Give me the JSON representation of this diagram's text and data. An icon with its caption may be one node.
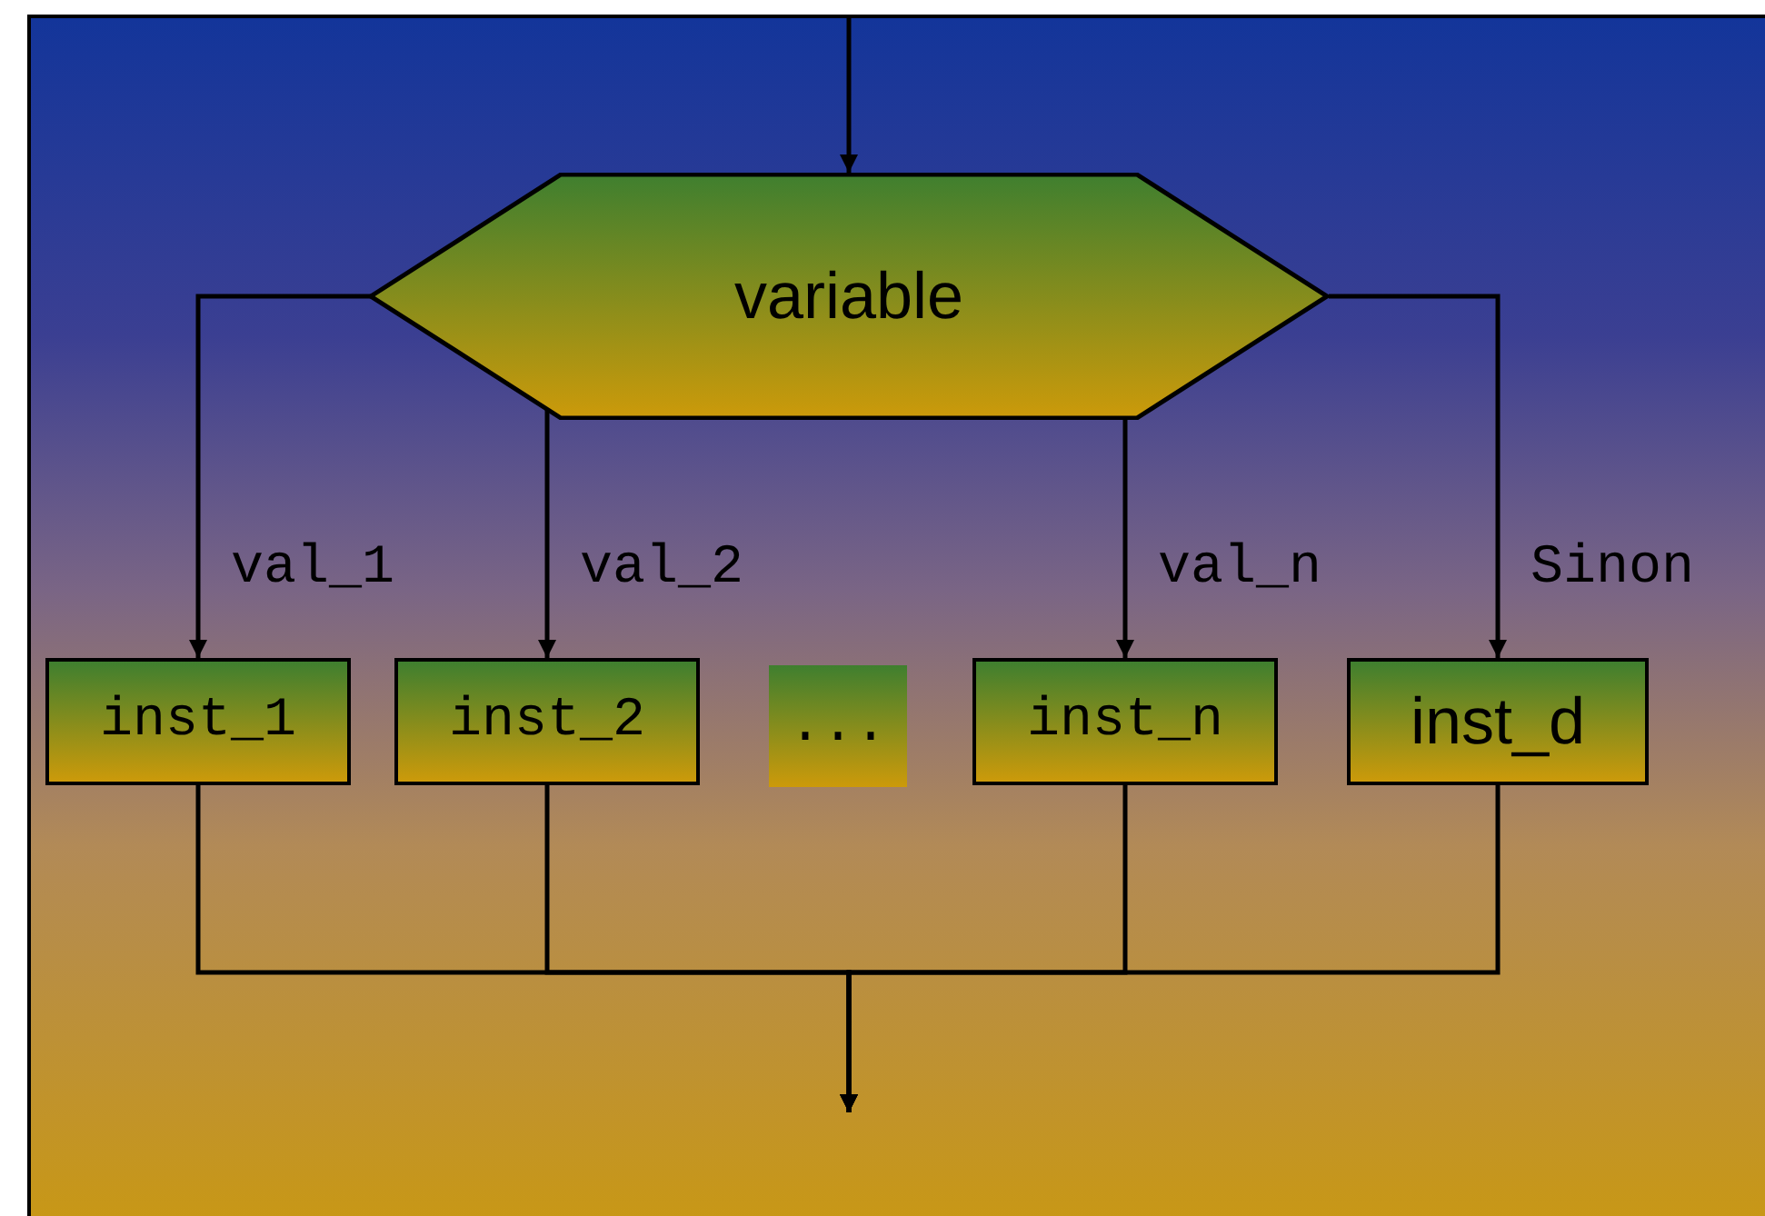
{
  "diagram": {
    "nodes": [
      {
        "text": [
          "variable"
        ]
      },
      {
        "text": [
          "inst_1"
        ]
      },
      {
        "text": [
          "inst_2"
        ]
      },
      {
        "text": [
          "..."
        ]
      },
      {
        "text": [
          "inst_n"
        ]
      },
      {
        "text": [
          "inst_d"
        ]
      }
    ],
    "edges": [
      {
        "from": null,
        "to": 0,
        "arrow": "to"
      },
      {
        "from": 0,
        "to": 1,
        "arrow": "to",
        "label": "val_1"
      },
      {
        "from": 0,
        "to": 2,
        "arrow": "to",
        "label": "val_2"
      },
      {
        "from": 0,
        "to": 4,
        "arrow": "to",
        "label": "val_n"
      },
      {
        "from": 0,
        "to": 5,
        "arrow": "to",
        "label": "Sinon"
      },
      {
        "from": 1,
        "to": null,
        "arrow": "to"
      },
      {
        "from": 2,
        "to": null,
        "arrow": "to"
      },
      {
        "from": 4,
        "to": null,
        "arrow": "to"
      },
      {
        "from": 5,
        "to": null,
        "arrow": "to"
      }
    ]
  }
}
